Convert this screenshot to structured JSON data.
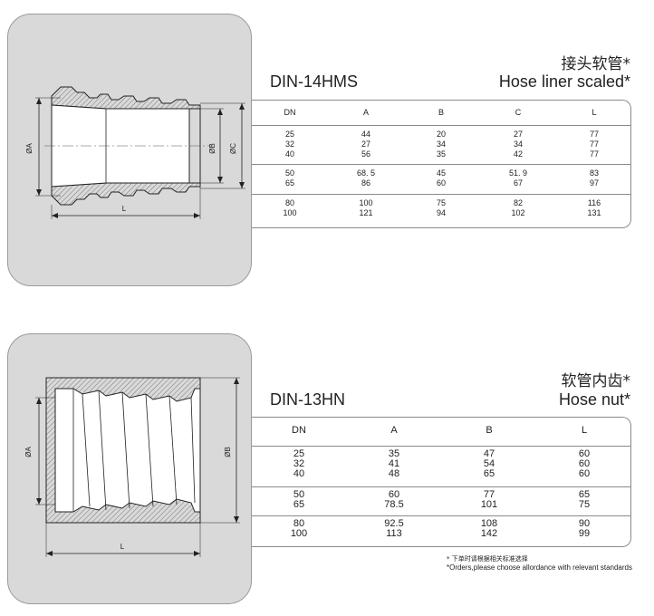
{
  "section1": {
    "title_cn": "接头软管*",
    "title_en": "Hose liner scaled*",
    "code": "DIN-14HMS",
    "dims": {
      "a": "ØA",
      "b": "ØB",
      "c": "ØC",
      "l": "L"
    },
    "headers": [
      "DN",
      "A",
      "B",
      "C",
      "L"
    ],
    "groups": [
      [
        [
          "25",
          "44",
          "20",
          "27",
          "77"
        ],
        [
          "32",
          "27",
          "34",
          "34",
          "77"
        ],
        [
          "40",
          "56",
          "35",
          "42",
          "77"
        ]
      ],
      [
        [
          "50",
          "68. 5",
          "45",
          "51. 9",
          "83"
        ],
        [
          "65",
          "86",
          "60",
          "67",
          "97"
        ]
      ],
      [
        [
          "80",
          "100",
          "75",
          "82",
          "116"
        ],
        [
          "100",
          "121",
          "94",
          "102",
          "131"
        ]
      ]
    ]
  },
  "section2": {
    "title_cn": "软管内齿*",
    "title_en": "Hose nut*",
    "code": "DIN-13HN",
    "dims": {
      "a": "ØA",
      "b": "ØB",
      "l": "L"
    },
    "headers": [
      "DN",
      "A",
      "B",
      "L"
    ],
    "groups": [
      [
        [
          "25",
          "35",
          "47",
          "60"
        ],
        [
          "32",
          "41",
          "54",
          "60"
        ],
        [
          "40",
          "48",
          "65",
          "60"
        ]
      ],
      [
        [
          "50",
          "60",
          "77",
          "65"
        ],
        [
          "65",
          "78.5",
          "101",
          "75"
        ]
      ],
      [
        [
          "80",
          "92.5",
          "108",
          "90"
        ],
        [
          "100",
          "113",
          "142",
          "99"
        ]
      ]
    ]
  },
  "note": {
    "cn": "* 下单时请根据相关标准选择",
    "en": "*Orders,please choose allordance with relevant standards"
  },
  "colors": {
    "panel": "#d9d9d9",
    "hatch": "#888888",
    "line": "#222222"
  }
}
